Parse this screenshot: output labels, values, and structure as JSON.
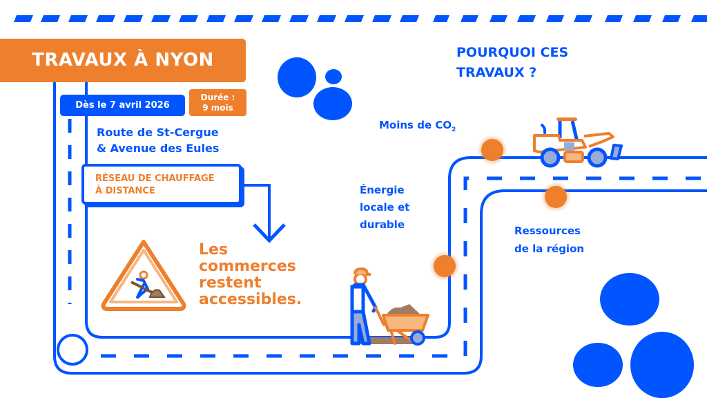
{
  "header": {
    "title": "TRAVAUX À NYON",
    "start_date": "Dès le 7 avril 2026",
    "duration_label": "Durée :",
    "duration_value": "9 mois"
  },
  "location": {
    "line1": "Route de St-Cergue",
    "line2": "& Avenue des Eules"
  },
  "project": {
    "line1": "RÉSEAU DE CHAUFFAGE",
    "line2": "À DISTANCE"
  },
  "notice": {
    "line1": "Les",
    "line2": "commerces",
    "line3": "restent",
    "line4": "accessibles."
  },
  "why": {
    "line1": "POURQUOI CES",
    "line2": "TRAVAUX ?"
  },
  "benefits": {
    "co2_prefix": "Moins de CO",
    "co2_sub": "2",
    "energy_line1": "Énergie",
    "energy_line2": "locale et",
    "energy_line3": "durable",
    "resources_line1": "Ressources",
    "resources_line2": "de la région"
  },
  "icons": {
    "warning_sign": "roadwork-warning-icon",
    "loader": "wheel-loader-icon",
    "worker": "worker-wheelbarrow-icon",
    "arrow": "arrow-down-icon"
  },
  "colors": {
    "blue": "#0055ff",
    "orange": "#ee7f2d",
    "light_orange": "#f6b77f",
    "brown": "#a07c62",
    "grey_blue": "#9aabd6"
  }
}
